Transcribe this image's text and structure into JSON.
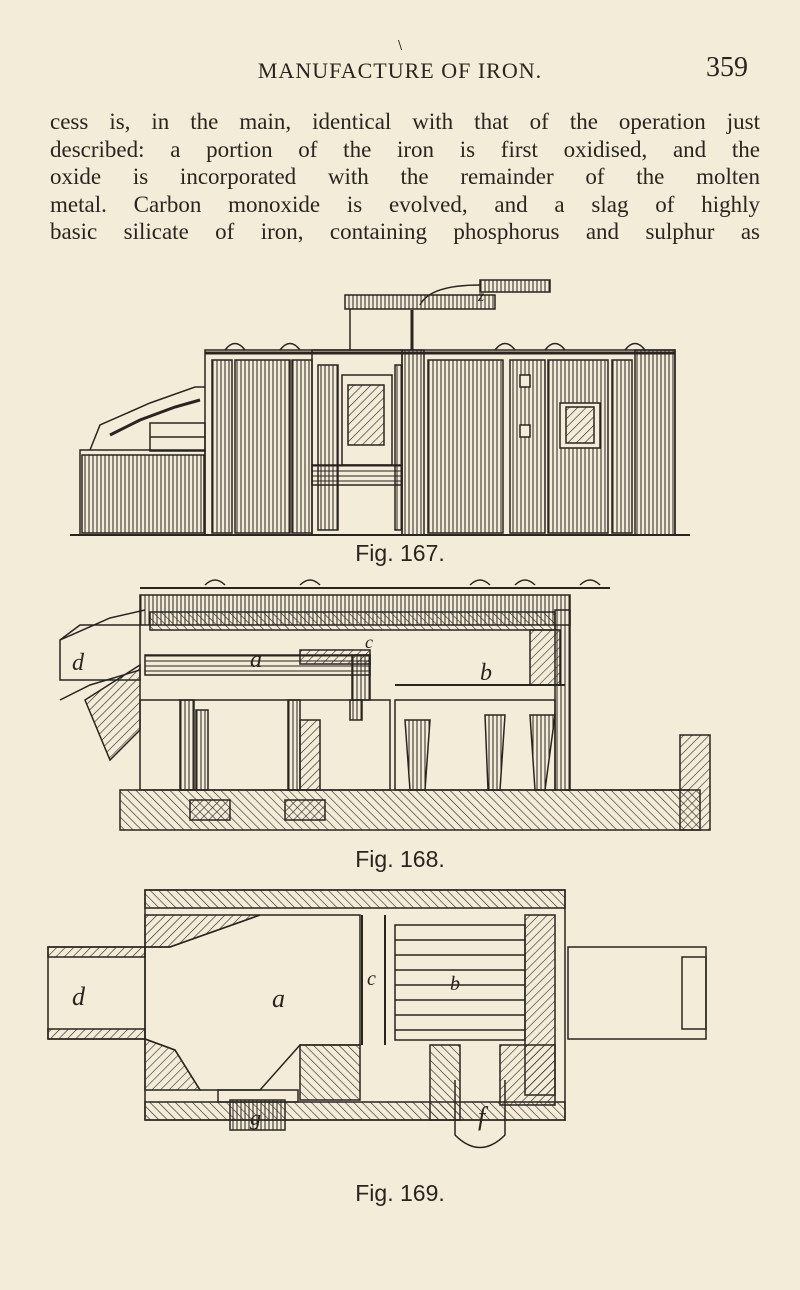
{
  "page": {
    "running_head": "MANUFACTURE OF IRON.",
    "page_number": "359",
    "mark": "\\"
  },
  "body_text": [
    "cess is, in the main, identical with that of the operation just",
    "described: a portion of the iron is first oxidised, and the",
    "oxide is incorporated with the remainder of the molten",
    "metal. Carbon monoxide is evolved, and a slag of highly",
    "basic silicate of iron, containing phosphorus and sulphur as"
  ],
  "figures": [
    {
      "caption": "Fig. 167.",
      "labels": {
        "z": "z"
      }
    },
    {
      "caption": "Fig. 168.",
      "labels": {
        "a": "a",
        "b": "b",
        "c": "c",
        "d": "d"
      }
    },
    {
      "caption": "Fig. 169.",
      "labels": {
        "a": "a",
        "b": "b",
        "c": "c",
        "d": "d",
        "f": "f",
        "g": "g"
      }
    }
  ],
  "colors": {
    "paper": "#f3ecd8",
    "ink": "#2a2420"
  }
}
